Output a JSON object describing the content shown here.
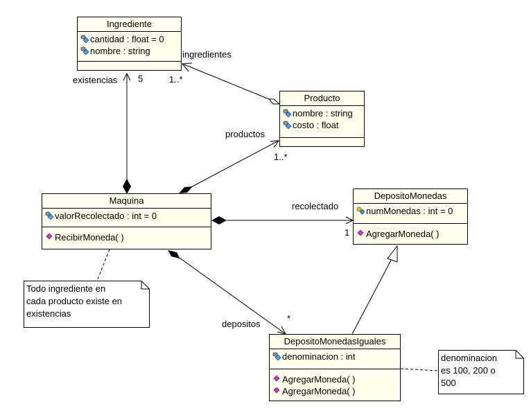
{
  "classes": {
    "ingrediente": {
      "name": "Ingrediente",
      "attributes": [
        "cantidad : float = 0",
        "nombre : string"
      ]
    },
    "producto": {
      "name": "Producto",
      "attributes": [
        "nombre : string",
        "costo : float"
      ]
    },
    "maquina": {
      "name": "Maquina",
      "attributes": [
        "valorRecolectado : int = 0"
      ],
      "operations": [
        "RecibirMoneda( )"
      ]
    },
    "deposito_monedas": {
      "name": "DepositoMonedas",
      "attributes": [
        "numMonedas : int = 0"
      ],
      "operations": [
        "AgregarMoneda( )"
      ]
    },
    "deposito_monedas_iguales": {
      "name": "DepositoMonedasIguales",
      "attributes": [
        "denominacion : int"
      ],
      "operations": [
        "AgregarMoneda( )",
        "AgregarMoneda( )"
      ]
    }
  },
  "associations": {
    "ingredientes": {
      "role": "ingredientes",
      "multiplicity": "1..*"
    },
    "existencias": {
      "role": "existencias",
      "multiplicity": "5"
    },
    "productos": {
      "role": "productos",
      "multiplicity": "1..*"
    },
    "recolectado": {
      "role": "recolectado",
      "multiplicity": "1"
    },
    "depositos": {
      "role": "depositos",
      "multiplicity": "*"
    }
  },
  "notes": {
    "existencias_note": "Todo ingrediente en\ncada producto existe en\nexistencias",
    "denominacion_note": "denominacion\nes 100, 200 o\n500"
  },
  "colors": {
    "class_fill": "#ffffeb",
    "note_fill": "#ffffff",
    "operation_icon": "#cc33cc",
    "attribute_icon": "#33aaff"
  }
}
